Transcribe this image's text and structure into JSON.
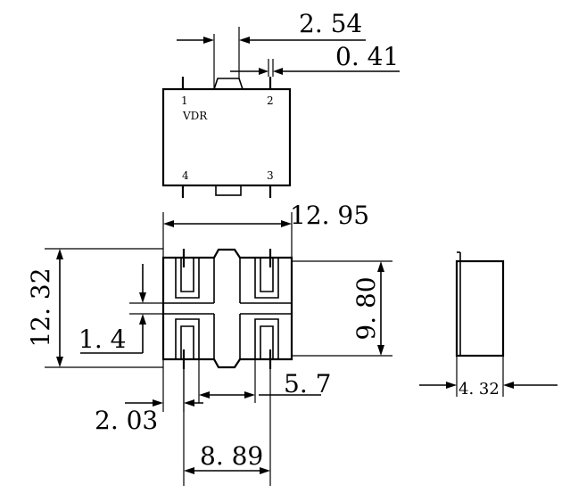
{
  "top_view": {
    "part_label": "VDR",
    "pins": [
      "1",
      "2",
      "3",
      "4"
    ]
  },
  "dimensions": {
    "pin_pitch_top": "2. 54",
    "pin_width": "0. 41",
    "body_length": "12. 95",
    "body_width": "12. 32",
    "inner_width": "9. 80",
    "pin_gap": "1. 4",
    "lead_offset": "2. 03",
    "inner_pitch": "5. 7",
    "outer_pitch": "8. 89",
    "height": "4. 32"
  }
}
